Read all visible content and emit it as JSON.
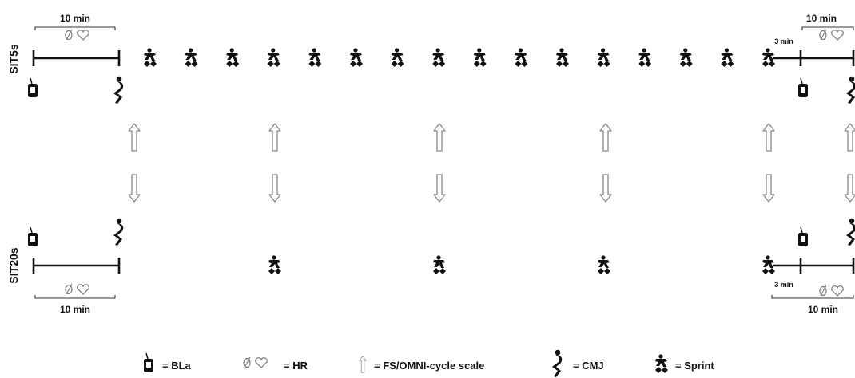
{
  "protocols": [
    {
      "label": "SIT5s",
      "pre_duration": "10 min",
      "post_duration": "10 min",
      "post_gap": "3 min",
      "sprint_count": 16
    },
    {
      "label": "SIT20s",
      "pre_duration": "10 min",
      "post_duration": "10 min",
      "post_gap": "3 min",
      "sprint_count": 4
    }
  ],
  "legend": {
    "bla": "= BLa",
    "hr": "= HR",
    "scale": "= FS/OMNI-cycle scale",
    "cmj": "= CMJ",
    "sprint": "= Sprint"
  }
}
